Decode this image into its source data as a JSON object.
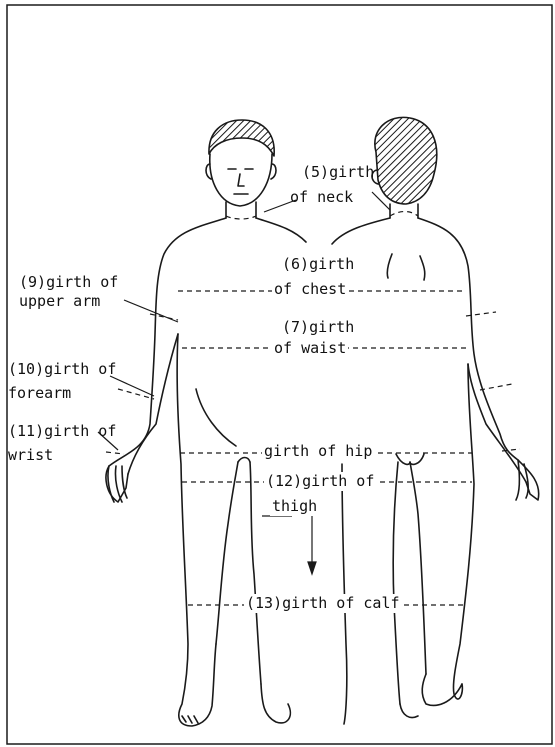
{
  "colors": {
    "ink": "#1a1a1a",
    "paper": "#ffffff",
    "hair": "#1a1a1a"
  },
  "labels": {
    "neck": {
      "line1": "(5)girth",
      "line2": "of neck"
    },
    "chest": {
      "line1": "(6)girth",
      "line2": "of chest"
    },
    "waist": {
      "line1": "(7)girth",
      "line2": "of waist"
    },
    "upper_arm": {
      "line1": "(9)girth of",
      "line2": "upper arm"
    },
    "forearm": {
      "line1": "(10)girth of",
      "line2": "forearm"
    },
    "wrist": {
      "line1": "(11)girth of",
      "line2": "wrist"
    },
    "hip": {
      "line1": "girth of hip"
    },
    "thigh": {
      "line1": "(12)girth of",
      "line2": "thigh"
    },
    "calf": {
      "line1": "(13)girth of calf"
    }
  }
}
